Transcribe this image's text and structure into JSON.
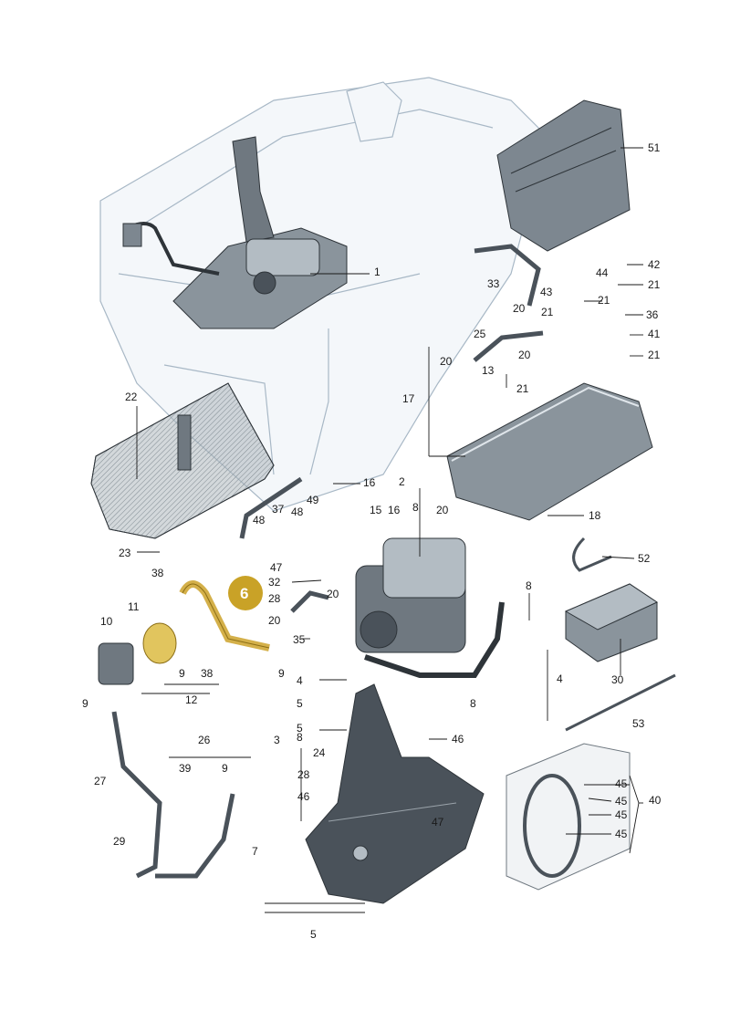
{
  "highlight": {
    "label": "6",
    "color": "#c9a227"
  },
  "colors": {
    "line": "#8aa0b3",
    "body_fill": "#eef2f6",
    "part_fill": "#7d8790",
    "part_dark": "#2e3439",
    "hose": "#d4b04a"
  },
  "callouts": {
    "c1": "1",
    "c2": "2",
    "c3": "3",
    "c4a": "4",
    "c4b": "4",
    "c5a": "5",
    "c5b": "5",
    "c5c": "5",
    "c7": "7",
    "c8a": "8",
    "c8b": "8",
    "c8c": "8",
    "c8d": "8",
    "c9a": "9",
    "c9b": "9",
    "c9c": "9",
    "c9d": "9",
    "c10": "10",
    "c11": "11",
    "c12": "12",
    "c13": "13",
    "c15": "15",
    "c16a": "16",
    "c16b": "16",
    "c17": "17",
    "c18": "18",
    "c20a": "20",
    "c20b": "20",
    "c20c": "20",
    "c20d": "20",
    "c20e": "20",
    "c20f": "20",
    "c21a": "21",
    "c21b": "21",
    "c21c": "21",
    "c21d": "21",
    "c21e": "21",
    "c22": "22",
    "c23": "23",
    "c24": "24",
    "c25": "25",
    "c26": "26",
    "c27": "27",
    "c28a": "28",
    "c28b": "28",
    "c29": "29",
    "c30": "30",
    "c32": "32",
    "c33": "33",
    "c35": "35",
    "c36": "36",
    "c37": "37",
    "c38a": "38",
    "c38b": "38",
    "c39": "39",
    "c40": "40",
    "c41": "41",
    "c42": "42",
    "c43": "43",
    "c44": "44",
    "c45a": "45",
    "c45b": "45",
    "c45c": "45",
    "c45d": "45",
    "c46a": "46",
    "c46b": "46",
    "c47a": "47",
    "c47b": "47",
    "c48a": "48",
    "c48b": "48",
    "c49": "49",
    "c51": "51",
    "c52": "52",
    "c53": "53"
  }
}
